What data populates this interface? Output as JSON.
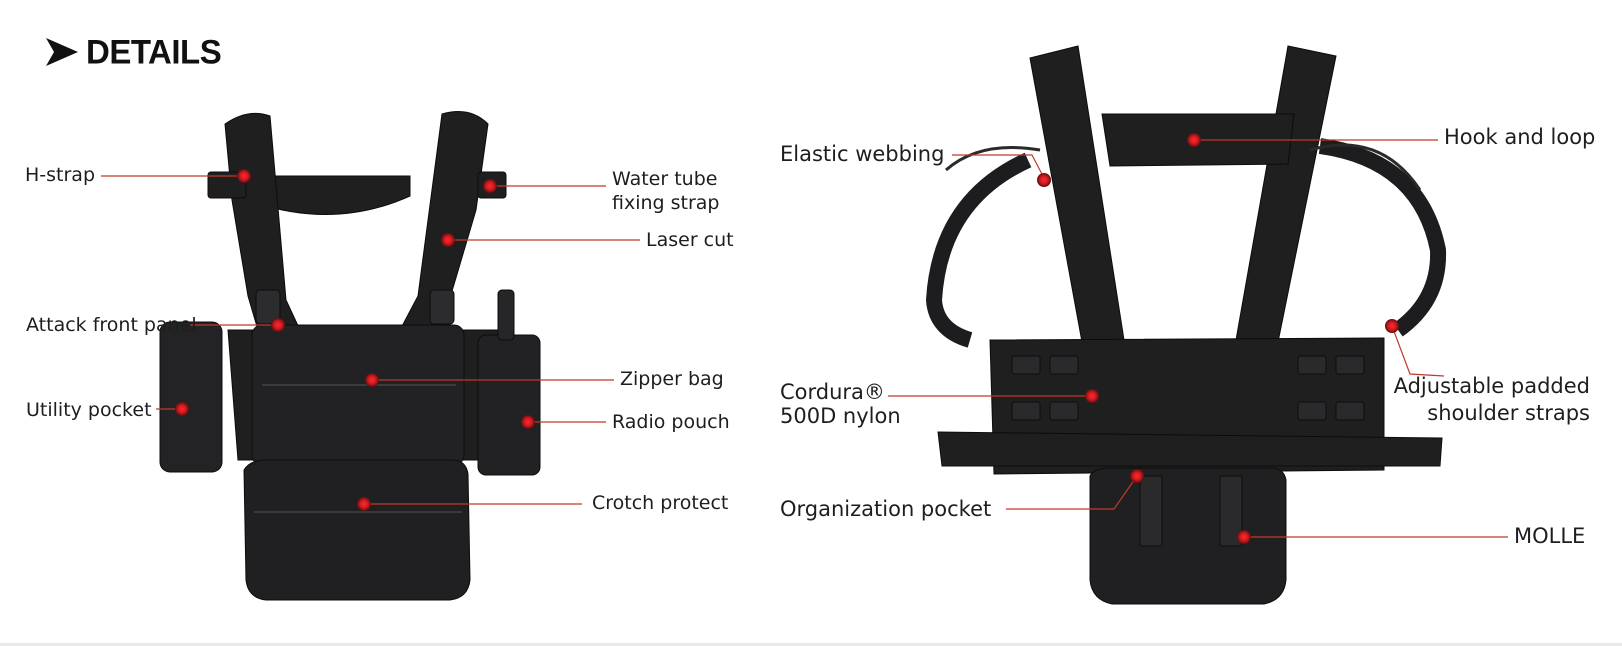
{
  "header": {
    "title": "DETAILS",
    "arrow_icon": "arrow-right-icon"
  },
  "colors": {
    "line": "#c0392b",
    "dot": "#e01e28",
    "product": "#1f1f20"
  },
  "left_view": {
    "labels": {
      "h_strap": "H-strap",
      "attack_front_panel": "Attack front panel",
      "utility_pocket": "Utility pocket",
      "water_tube_line1": "Water tube",
      "water_tube_line2": "fixing strap",
      "laser_cut": "Laser cut",
      "zipper_bag": "Zipper bag",
      "radio_pouch": "Radio pouch",
      "crotch_protect": "Crotch protect"
    }
  },
  "right_view": {
    "labels": {
      "elastic_webbing": "Elastic webbing",
      "hook_and_loop": "Hook and loop",
      "cordura_line1": "Cordura®",
      "cordura_line2": "500D nylon",
      "adjustable_line1": "Adjustable padded",
      "adjustable_line2": "shoulder straps",
      "organization_pocket": "Organization pocket",
      "molle": "MOLLE"
    }
  }
}
